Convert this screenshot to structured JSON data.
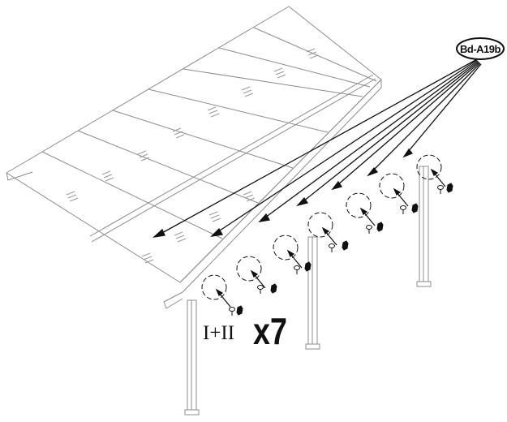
{
  "part_code": "Bd-A19b",
  "step_label": "I+II",
  "quantity": "x7",
  "colors": {
    "line": "#8c8c8c",
    "ink": "#111111",
    "panel_fill": "#ffffff",
    "background": "#ffffff"
  },
  "icons": [
    "pergola-roof-drawing",
    "screw-icon",
    "nut-icon",
    "callout-arrow",
    "detail-circle"
  ]
}
